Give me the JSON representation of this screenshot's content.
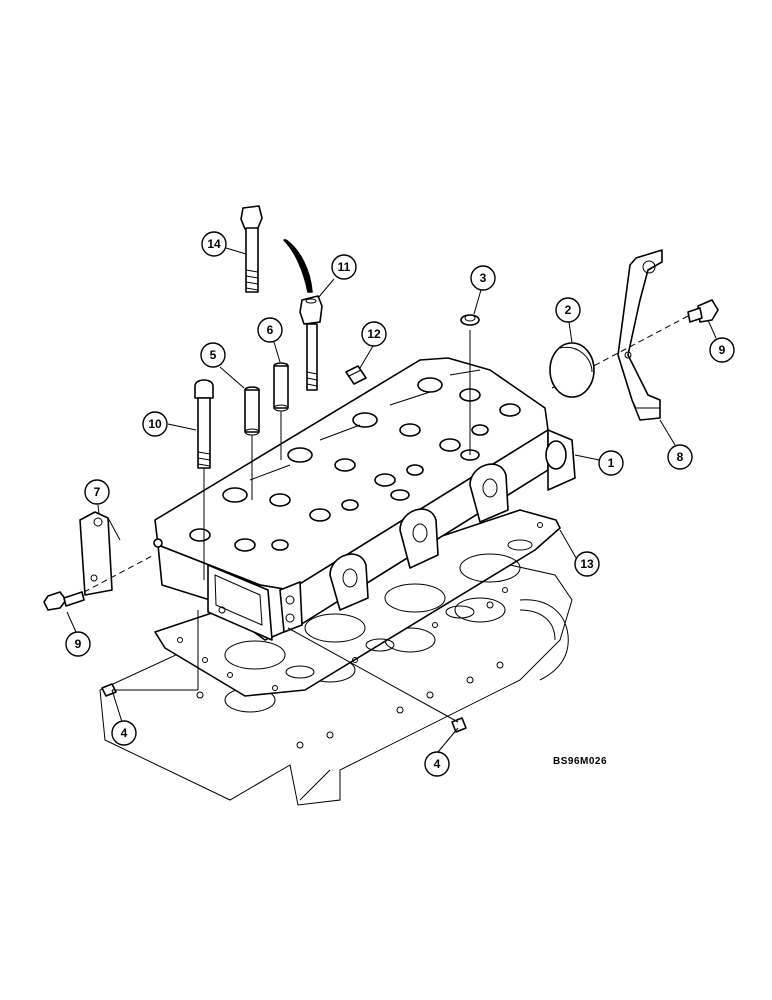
{
  "diagram": {
    "reference_code": "BS96M026",
    "callouts": [
      {
        "id": "c1",
        "label": "1",
        "part": "cylinder-head"
      },
      {
        "id": "c2",
        "label": "2",
        "part": "expansion-plug"
      },
      {
        "id": "c3",
        "label": "3",
        "part": "valve-seat-ring"
      },
      {
        "id": "c4a",
        "label": "4",
        "part": "dowel"
      },
      {
        "id": "c4b",
        "label": "4",
        "part": "dowel"
      },
      {
        "id": "c5",
        "label": "5",
        "part": "valve-guide"
      },
      {
        "id": "c6",
        "label": "6",
        "part": "valve-guide"
      },
      {
        "id": "c7",
        "label": "7",
        "part": "lifting-bracket-front"
      },
      {
        "id": "c8",
        "label": "8",
        "part": "lifting-bracket-rear"
      },
      {
        "id": "c9a",
        "label": "9",
        "part": "bracket-bolt"
      },
      {
        "id": "c9b",
        "label": "9",
        "part": "bracket-bolt"
      },
      {
        "id": "c10",
        "label": "10",
        "part": "head-bolt"
      },
      {
        "id": "c11",
        "label": "11",
        "part": "head-bolt-long"
      },
      {
        "id": "c12",
        "label": "12",
        "part": "plug"
      },
      {
        "id": "c13",
        "label": "13",
        "part": "head-gasket"
      },
      {
        "id": "c14",
        "label": "14",
        "part": "head-bolt"
      }
    ]
  }
}
